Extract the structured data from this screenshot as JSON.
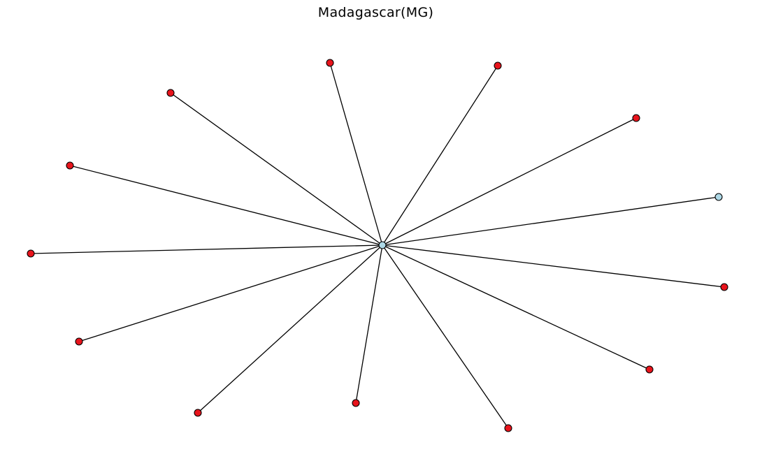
{
  "title": "Madagascar(MG)",
  "colors": {
    "hub_node": "#add8e6",
    "leaf_node": "#e8141c",
    "highlight_leaf_node": "#add8e6",
    "edge": "#000000"
  },
  "graph": {
    "center_node": {
      "id": "MG",
      "color_key": "hub_node"
    },
    "leaf_nodes": [
      {
        "id": "n1",
        "color_key": "leaf_node"
      },
      {
        "id": "n2",
        "color_key": "leaf_node"
      },
      {
        "id": "n3",
        "color_key": "leaf_node"
      },
      {
        "id": "n4",
        "color_key": "leaf_node"
      },
      {
        "id": "n5",
        "color_key": "highlight_leaf_node"
      },
      {
        "id": "n6",
        "color_key": "leaf_node"
      },
      {
        "id": "n7",
        "color_key": "leaf_node"
      },
      {
        "id": "n8",
        "color_key": "leaf_node"
      },
      {
        "id": "n9",
        "color_key": "leaf_node"
      },
      {
        "id": "n10",
        "color_key": "leaf_node"
      },
      {
        "id": "n11",
        "color_key": "leaf_node"
      },
      {
        "id": "n12",
        "color_key": "leaf_node"
      },
      {
        "id": "n13",
        "color_key": "leaf_node"
      },
      {
        "id": "n14",
        "color_key": "leaf_node"
      }
    ]
  }
}
